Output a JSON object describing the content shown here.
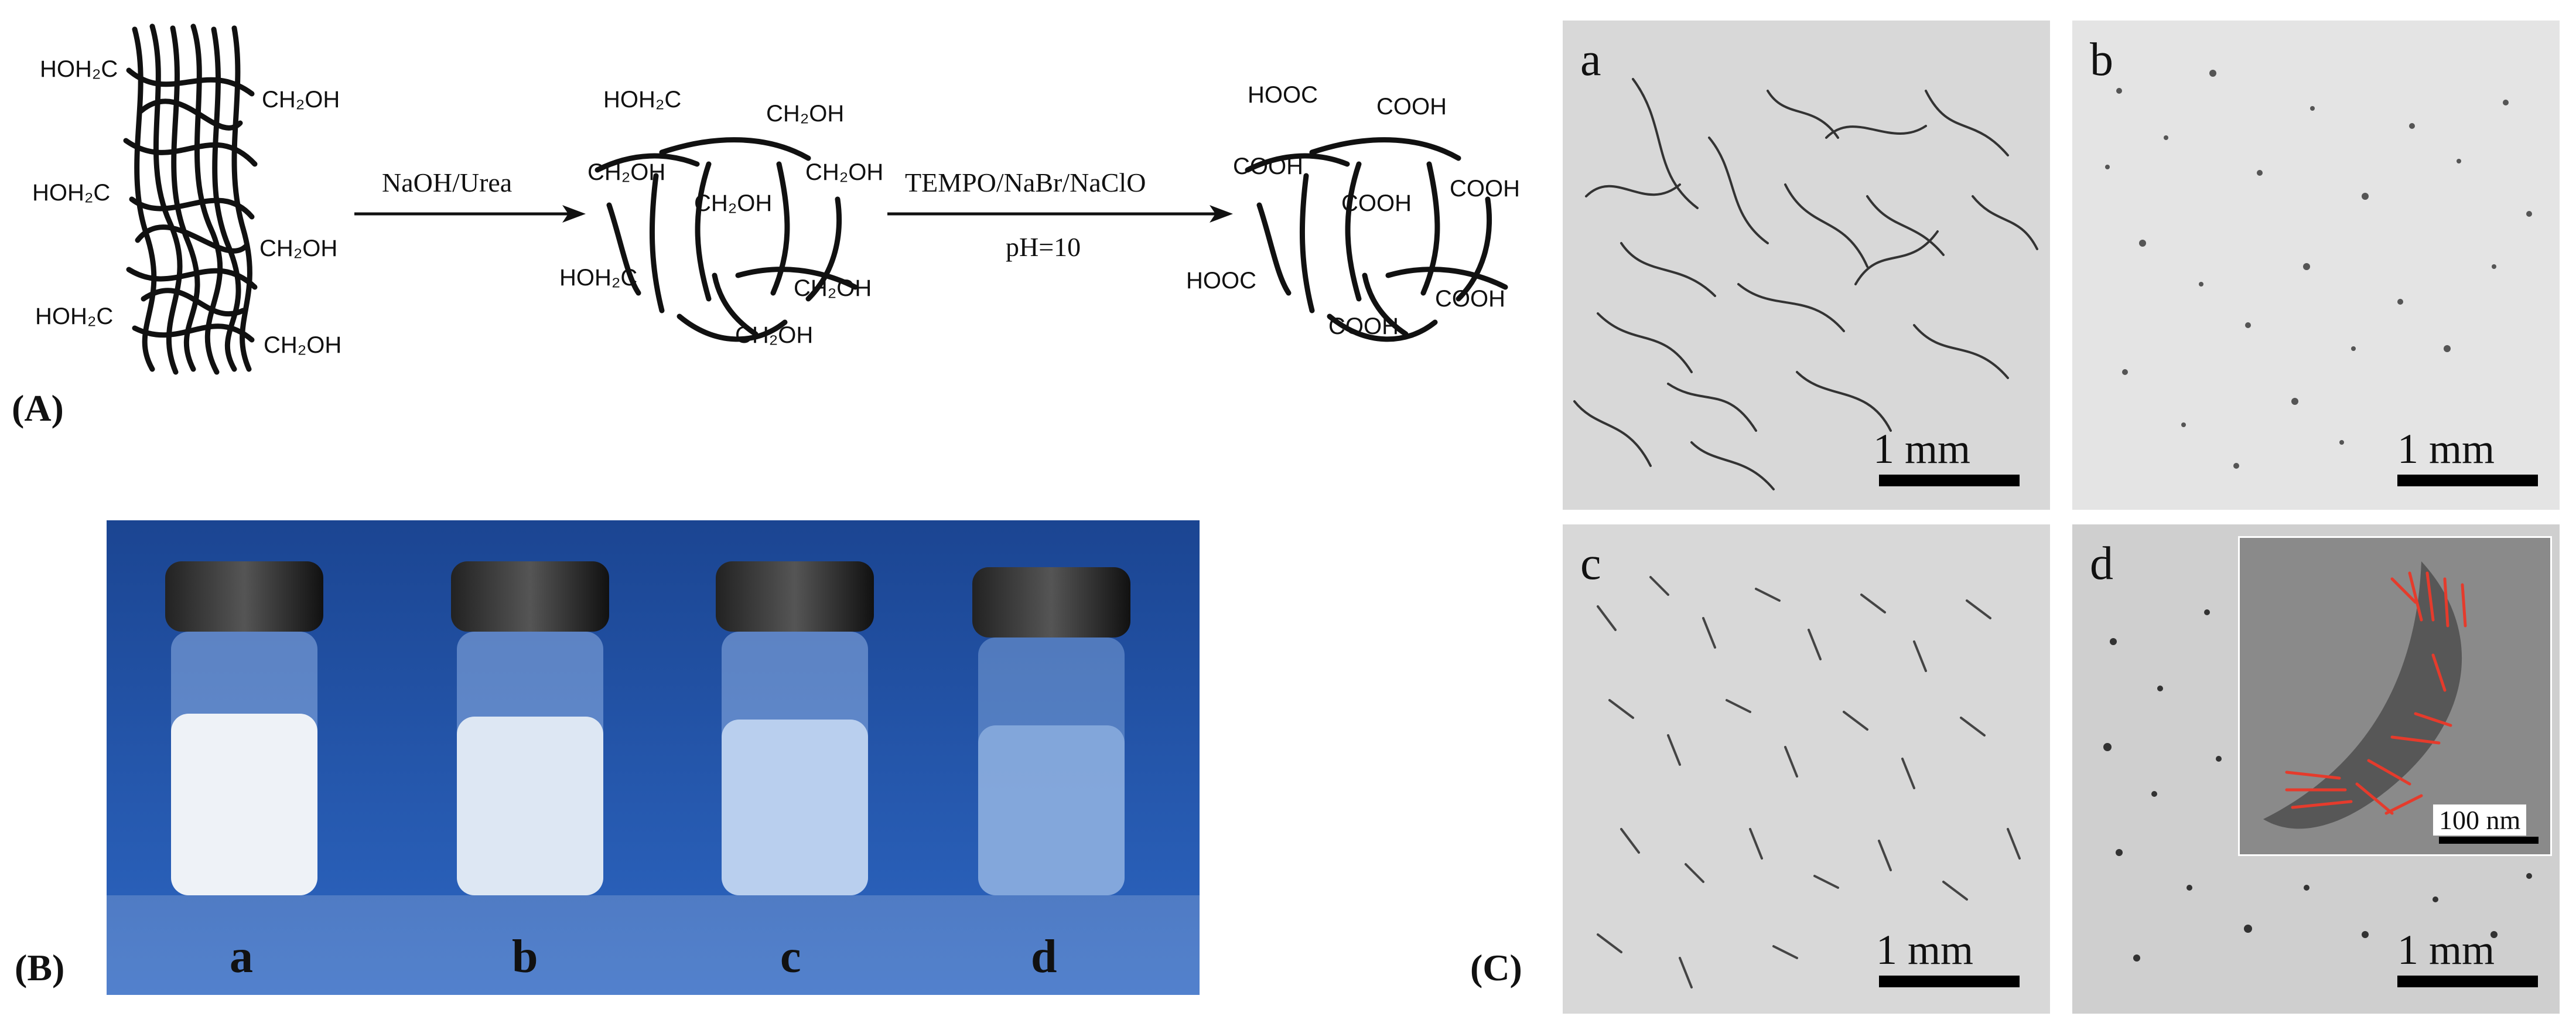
{
  "panel_labels": {
    "a": "(A)",
    "b": "(B)",
    "c": "(C)"
  },
  "scheme": {
    "step1_reagent": "NaOH/Urea",
    "step2_reagent": "TEMPO/NaBr/NaClO",
    "step2_condition": "pH=10",
    "groups": {
      "ch2oh": "CH₂OH",
      "hoh2c": "HOH₂C",
      "cooh": "COOH",
      "hooc": "HOOC"
    }
  },
  "vials": {
    "labels": [
      "a",
      "b",
      "c",
      "d"
    ],
    "background_color": "#1f4fa0"
  },
  "micrographs": {
    "letters": [
      "a",
      "b",
      "c",
      "d"
    ],
    "scale_label": "1 mm",
    "inset_scale_label": "100 nm",
    "inset_annotation_color": "#e53b2c"
  }
}
